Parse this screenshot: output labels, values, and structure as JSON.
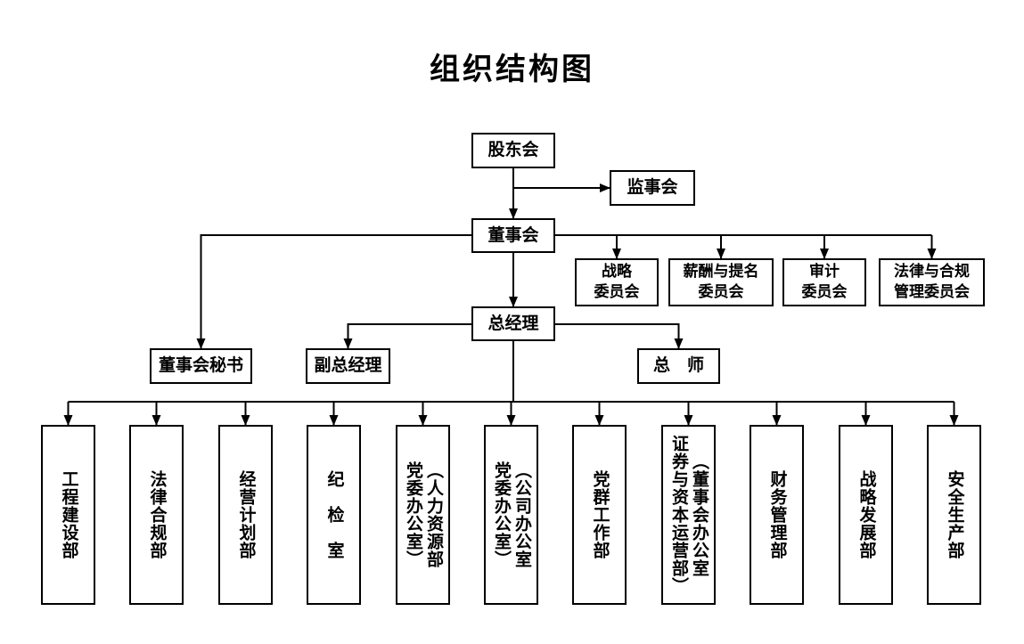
{
  "title": "组织结构图",
  "colors": {
    "background": "#ffffff",
    "line": "#000000",
    "text": "#000000",
    "box_border": "#000000"
  },
  "nodes": {
    "shareholders": {
      "label": "股东会"
    },
    "supervisory": {
      "label": "监事会"
    },
    "board": {
      "label": "董事会"
    },
    "general_manager": {
      "label": "总经理"
    },
    "board_secretary": {
      "label": "董事会秘书"
    },
    "deputy_gm": {
      "label": "副总经理"
    },
    "chief_engineer": {
      "label": "总　师"
    },
    "committees": [
      {
        "line1": "战略",
        "line2": "委员会"
      },
      {
        "line1": "薪酬与提名",
        "line2": "委员会"
      },
      {
        "line1": "审计",
        "line2": "委员会"
      },
      {
        "line1": "法律与合规",
        "line2": "管理委员会"
      }
    ]
  },
  "departments": [
    {
      "line1": "工程建设部"
    },
    {
      "line1": "法律合规部"
    },
    {
      "line1": "经营计划部"
    },
    {
      "line1": "纪　检　室"
    },
    {
      "line1": "（人力资源部",
      "line2": "党委办公室）"
    },
    {
      "line1": "（公司办公室",
      "line2": "党委办公室）"
    },
    {
      "line1": "党群工作部"
    },
    {
      "line1": "（董事会办公室",
      "line2": "证券与资本运营部）"
    },
    {
      "line1": "财务管理部"
    },
    {
      "line1": "战略发展部"
    },
    {
      "line1": "安全生产部"
    }
  ]
}
